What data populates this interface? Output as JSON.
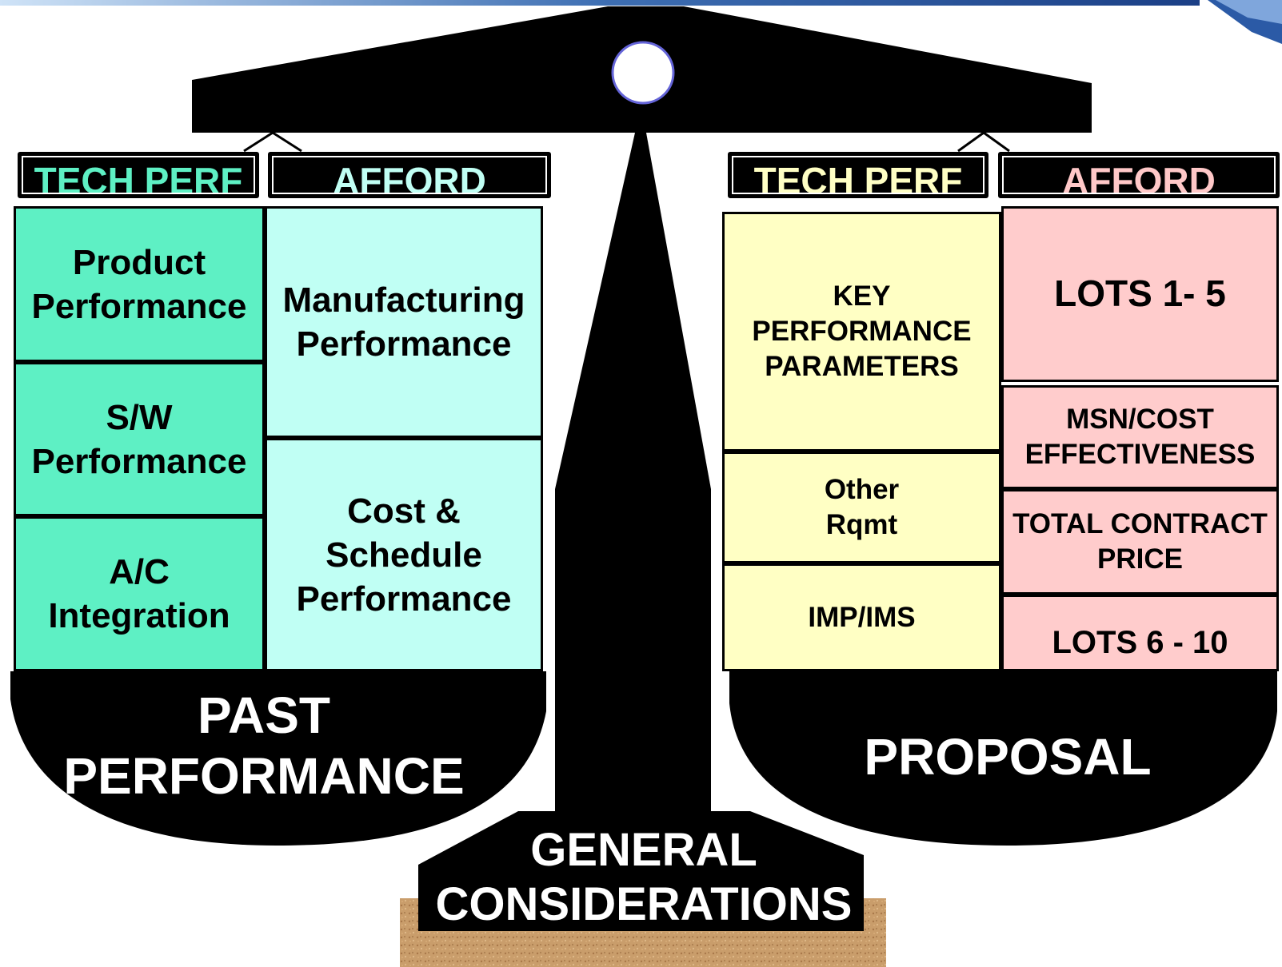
{
  "colors": {
    "tech_perf_past": "#5ef0c4",
    "afford_past": "#c0fff4",
    "tech_perf_proposal": "#ffffc4",
    "afford_proposal": "#ffcccc",
    "past_tech_header_text": "#5ef0c4",
    "past_afford_header_text": "#c0fff4",
    "proposal_tech_header_text": "#ffffc4",
    "proposal_afford_header_text": "#ffc8c8",
    "scale": "#000000",
    "ground": "#c69a6a"
  },
  "left_pan": {
    "tech_header": "TECH PERF",
    "afford_header": "AFFORD",
    "tech_boxes": [
      "Product\nPerformance",
      "S/W\nPerformance",
      "A/C\nIntegration"
    ],
    "afford_boxes": [
      "Manufacturing\nPerformance",
      "Cost &\nSchedule\nPerformance"
    ],
    "label": "PAST\nPERFORMANCE"
  },
  "right_pan": {
    "tech_header": "TECH PERF",
    "afford_header": "AFFORD",
    "tech_boxes": [
      "KEY\nPERFORMANCE\nPARAMETERS",
      "Other\nRqmt",
      "IMP/IMS"
    ],
    "afford_boxes": [
      "LOTS 1- 5",
      "MSN/COST\nEFFECTIVENESS",
      "TOTAL CONTRACT\nPRICE",
      "LOTS 6 - 10"
    ],
    "label": "PROPOSAL"
  },
  "base_label": "GENERAL\nCONSIDERATIONS"
}
